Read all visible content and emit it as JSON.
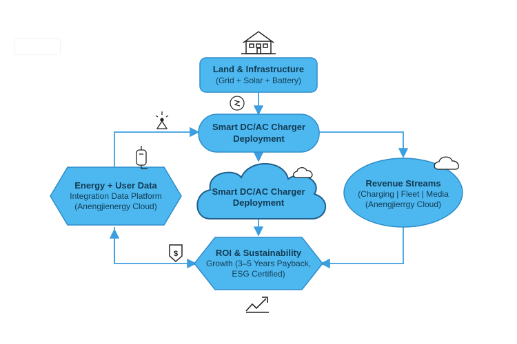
{
  "nodes": {
    "land": {
      "title": "Land & Infrastructure",
      "subtitle": "(Grid + Solar + Battery)"
    },
    "charger": {
      "title": "Smart DC/AC Charger",
      "subtitle": "Deployment"
    },
    "cloud": {
      "title": "Smart DC/AC Charger",
      "subtitle": "Deployment"
    },
    "energy": {
      "title": "Energy + User Data",
      "line2": "Integration Data Platform",
      "line3": "(Anengjienergy Cloud)"
    },
    "revenue": {
      "title": "Revenue Streams",
      "line2": "(Charging | Fleet | Media",
      "line3": "(Anengjierrgy Cloud)"
    },
    "roi": {
      "title": "ROI & Sustainability",
      "line2": "Growth (3–5 Years Payback,",
      "line3": "ESG Certified)"
    }
  },
  "colors": {
    "fill": "#4db8f0",
    "stroke": "#2e8cc9",
    "text": "#123a52",
    "arrow": "#3a9ee0"
  },
  "icons": [
    "building-icon",
    "circuit-icon",
    "antenna-icon",
    "plug-icon",
    "dollar-shield-icon",
    "small-cloud-icon",
    "growth-chart-icon"
  ]
}
